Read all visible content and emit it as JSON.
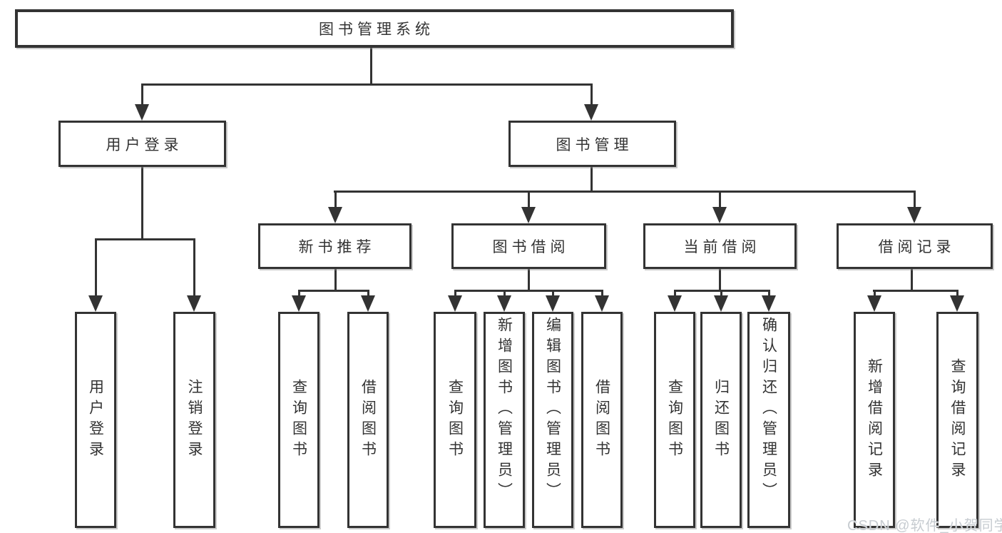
{
  "diagram": {
    "title": "图书管理系统",
    "branches": [
      {
        "label": "用户登录",
        "children": [
          {
            "label": "用户登录"
          },
          {
            "label": "注销登录"
          }
        ]
      },
      {
        "label": "图书管理",
        "children": [
          {
            "label": "新书推荐",
            "children": [
              {
                "label": "查询图书"
              },
              {
                "label": "借阅图书"
              }
            ]
          },
          {
            "label": "图书借阅",
            "children": [
              {
                "label": "查询图书"
              },
              {
                "label": "新增图书（管理员）"
              },
              {
                "label": "编辑图书（管理员）"
              },
              {
                "label": "借阅图书"
              }
            ]
          },
          {
            "label": "当前借阅",
            "children": [
              {
                "label": "查询图书"
              },
              {
                "label": "归还图书"
              },
              {
                "label": "确认归还（管理员）"
              }
            ]
          },
          {
            "label": "借阅记录",
            "children": [
              {
                "label": "新增借阅记录"
              },
              {
                "label": "查询借阅记录"
              }
            ]
          }
        ]
      }
    ]
  },
  "watermark": {
    "text": "CSDN @软件_小贺同学"
  },
  "colors": {
    "line": "#333333",
    "text": "#333333",
    "watermark": "#c7ccd1",
    "background": "#ffffff"
  }
}
